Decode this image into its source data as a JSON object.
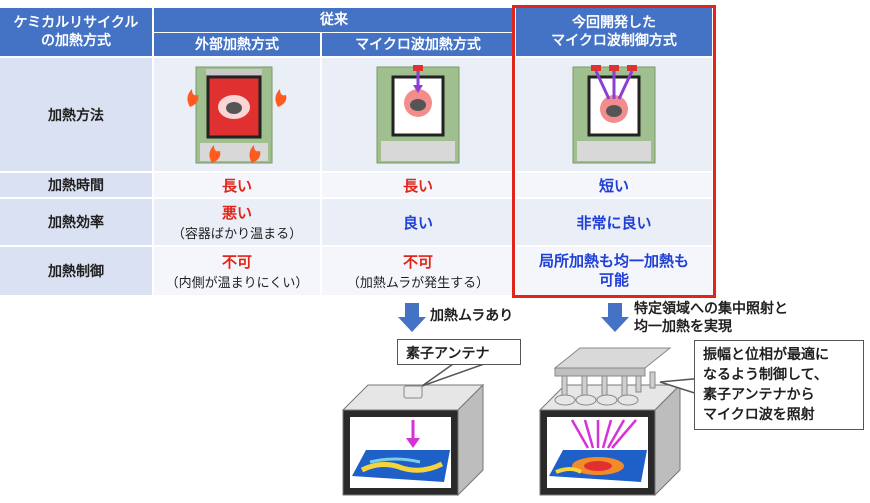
{
  "table": {
    "corner": "ケミカルリサイクル\nの加熱方式",
    "group_header": "従来",
    "columns": [
      "外部加熱方式",
      "マイクロ波加熱方式",
      "今回開発した\nマイクロ波制御方式"
    ],
    "rows": [
      {
        "label": "加熱方法"
      },
      {
        "label": "加熱時間",
        "cells": [
          {
            "main": "長い",
            "color": "red"
          },
          {
            "main": "長い",
            "color": "red"
          },
          {
            "main": "短い",
            "color": "blue"
          }
        ]
      },
      {
        "label": "加熱効率",
        "cells": [
          {
            "main": "悪い",
            "sub": "（容器ばかり温まる）",
            "color": "red"
          },
          {
            "main": "良い",
            "color": "blue"
          },
          {
            "main": "非常に良い",
            "color": "blue"
          }
        ]
      },
      {
        "label": "加熱制御",
        "cells": [
          {
            "main": "不可",
            "sub": "（内側が温まりにくい）",
            "color": "red"
          },
          {
            "main": "不可",
            "sub": "（加熱ムラが発生する）",
            "color": "red"
          },
          {
            "main": "局所加熱も均一加熱も\n可能",
            "color": "blue"
          }
        ]
      }
    ]
  },
  "lower": {
    "arrow_left_text": "加熱ムラあり",
    "arrow_right_text": "特定領域への集中照射と\n均一加熱を実現",
    "antenna_label": "素子アンテナ",
    "control_note": "振幅と位相が最適に\nなるよう制御して、\n素子アンテナから\nマイクロ波を照射"
  },
  "colors": {
    "header_blue": "#4472c4",
    "label_bg": "#d9e1f2",
    "highlight_border": "#e0251b",
    "red_text": "#e0251b",
    "blue_text": "#1f3fd6",
    "arrow_blue": "#4472c4",
    "microwave_arrow": "#d633d6"
  }
}
